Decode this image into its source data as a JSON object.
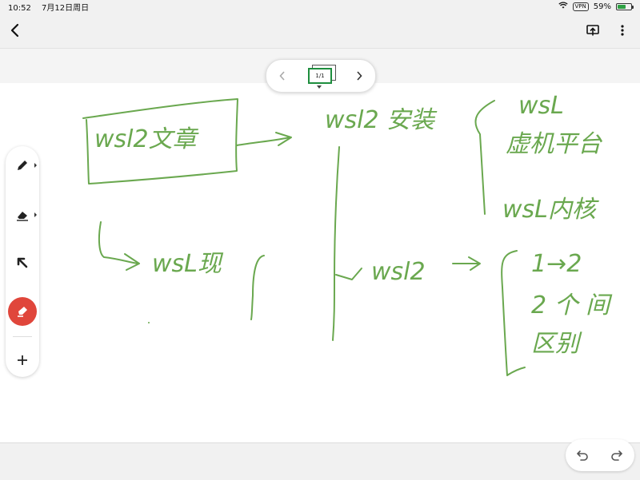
{
  "status": {
    "time": "10:52",
    "date": "7月12日周日",
    "vpn": "VPN",
    "battery_text": "59%",
    "battery_level": 0.59
  },
  "pager": {
    "page_indicator": "1/1"
  },
  "colors": {
    "ink": "#6aa84f",
    "accent": "#1e8e3e",
    "selected_tool": "#e0463b"
  },
  "toolbar": {
    "tools": [
      "pen-icon",
      "eraser-icon",
      "select-arrow-icon",
      "highlighter-icon",
      "add-icon"
    ],
    "selected": "highlighter-icon"
  },
  "notes": {
    "wsl2_doc": "wsl2文章",
    "wsl2_install": "wsl2 安装",
    "wsl": "wsL",
    "vm_platform": "虚机平台",
    "wsl_kernel": "wsL内核",
    "wsl_now": "wsL现",
    "wsl2": "wsl2",
    "one_to_two": "1→2",
    "two_parts_a": "2 个 间",
    "two_parts_b": "区别"
  }
}
